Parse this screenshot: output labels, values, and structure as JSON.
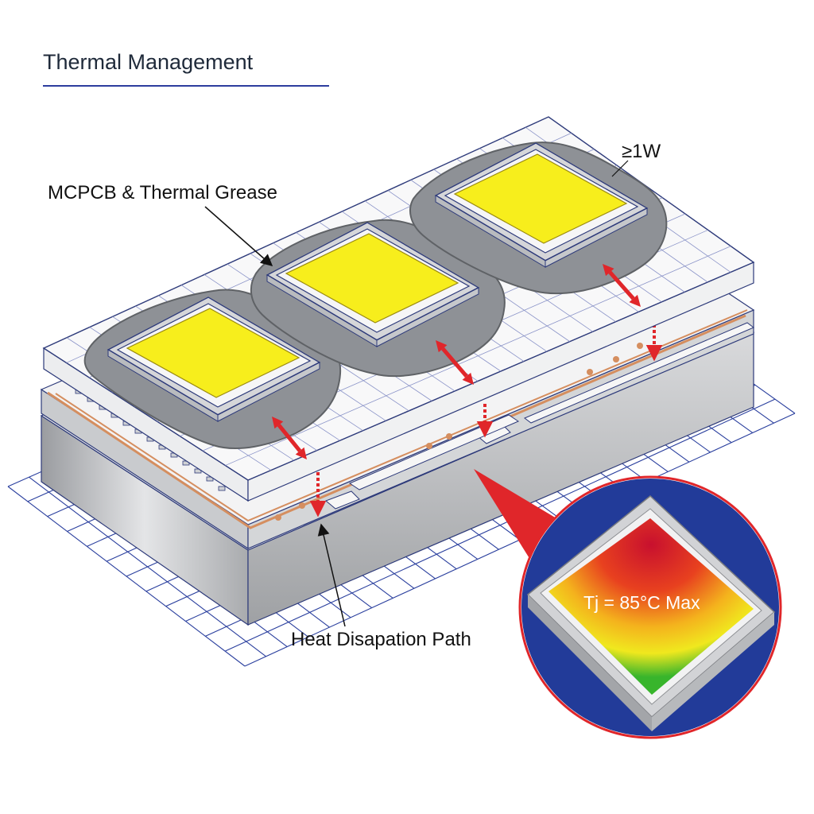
{
  "title": "Thermal Management",
  "labels": {
    "grease": "MCPCB & Thermal Grease",
    "power": "≥1W",
    "path": "Heat Disapation Path",
    "junction": "Tj = 85°C Max"
  },
  "colors": {
    "led_die": "#f7ee1c",
    "grease": "#8e9196",
    "arrow": "#e0262a",
    "grid": "#2a3f9e",
    "zoom_bg": "#223b99",
    "copper": "#d58e5f"
  },
  "icons": [
    "led-chip",
    "heat-arrow",
    "leader-arrow"
  ]
}
